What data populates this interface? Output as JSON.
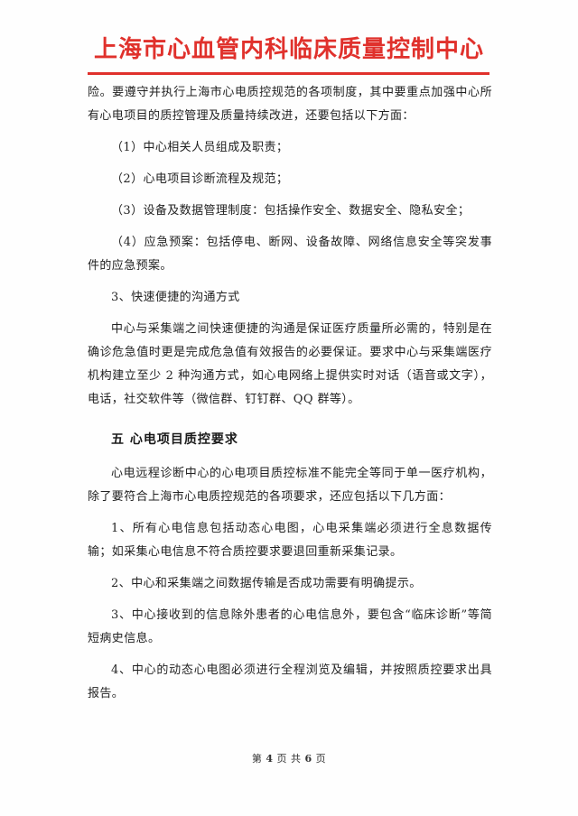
{
  "header": {
    "title": "上海市心血管内科临床质量控制中心"
  },
  "body": {
    "p1": "险。要遵守并执行上海市心电质控规范的各项制度，其中要重点加强中心所有心电项目的质控管理及质量持续改进，还要包括以下方面：",
    "p2": "（1）中心相关人员组成及职责；",
    "p3": "（2）心电项目诊断流程及规范；",
    "p4": "（3）设备及数据管理制度：包括操作安全、数据安全、隐私安全；",
    "p5": "（4）应急预案：包括停电、断网、设备故障、网络信息安全等突发事件的应急预案。",
    "p6": "3、快速便捷的沟通方式",
    "p7": "中心与采集端之间快速便捷的沟通是保证医疗质量所必需的，特别是在确诊危急值时更是完成危急值有效报告的必要保证。要求中心与采集端医疗机构建立至少 2 种沟通方式，如心电网络上提供实时对话（语音或文字），电话，社交软件等（微信群、钉钉群、QQ 群等）。",
    "section_heading": "五  心电项目质控要求",
    "p8": "心电远程诊断中心的心电项目质控标准不能完全等同于单一医疗机构，除了要符合上海市心电质控规范的各项要求，还应包括以下几方面：",
    "p9": "1、所有心电信息包括动态心电图，心电采集端必须进行全息数据传输；如采集心电信息不符合质控要求要退回重新采集记录。",
    "p10": "2、中心和采集端之间数据传输是否成功需要有明确提示。",
    "p11": "3、中心接收到的信息除外患者的心电信息外，要包含“临床诊断”等简短病史信息。",
    "p12": "4、中心的动态心电图必须进行全程浏览及编辑，并按照质控要求出具报告。"
  },
  "footer": {
    "prefix": "第",
    "page": "4",
    "middle": "页 共",
    "total": "6",
    "suffix": "页"
  },
  "colors": {
    "header_red": "#e0312c",
    "text": "#222222"
  }
}
